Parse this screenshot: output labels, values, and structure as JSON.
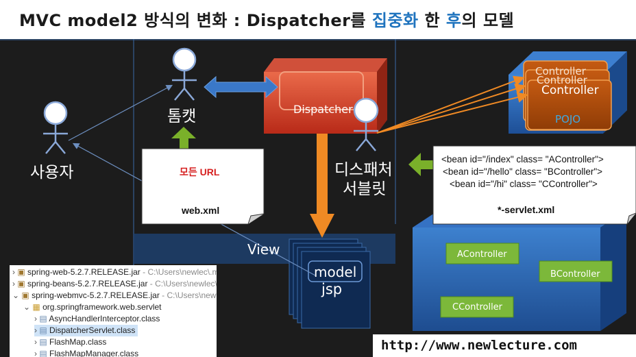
{
  "title": {
    "prefix": "MVC model2 방식의 변화 : Dispatcher를 ",
    "highlight1": "집중화",
    "middle": " 한 ",
    "highlight2": "후",
    "suffix": "의 모델"
  },
  "actors": {
    "user": "사용자",
    "tomcat": "톰캣",
    "dispatcher_servlet_line1": "디스패처",
    "dispatcher_servlet_line2": "서블릿"
  },
  "dispatcher": {
    "label": "Dispatcher"
  },
  "web_xml": {
    "all_url": "모든 URL",
    "file": "web.xml"
  },
  "servlet_xml": {
    "beans": [
      "<bean id=\"/index\" class= \"AController\">",
      "<bean id=\"/hello\" class= \"BController\">",
      "<bean id=\"/hi\" class= \"CController\">"
    ],
    "file": "*-servlet.xml"
  },
  "controllers_stack": {
    "label": "Controller",
    "pojo": "POJO"
  },
  "view": {
    "label": "View",
    "model": "model",
    "jsp": "jsp"
  },
  "container": {
    "controllers": [
      "AController",
      "BController",
      "CController"
    ]
  },
  "project_tree": {
    "items": [
      {
        "text": "spring-web-5.2.7.RELEASE.jar",
        "path": " - C:\\Users\\newlec\\.m"
      },
      {
        "text": "spring-beans-5.2.7.RELEASE.jar",
        "path": " - C:\\Users\\newlec\\.n"
      },
      {
        "text": "spring-webmvc-5.2.7.RELEASE.jar",
        "path": " - C:\\Users\\newlec"
      },
      {
        "text": "org.springframework.web.servlet",
        "path": ""
      },
      {
        "text": "AsyncHandlerInterceptor.class",
        "path": ""
      },
      {
        "text": "DispatcherServlet.class",
        "path": ""
      },
      {
        "text": "FlashMap.class",
        "path": ""
      },
      {
        "text": "FlashMapManager.class",
        "path": ""
      }
    ]
  },
  "footer_url": "http://www.newlecture.com",
  "colors": {
    "accent_blue": "#1e73be",
    "red_text": "#d62020",
    "arrow_orange": "#f08a24",
    "arrow_green": "#7ab02a",
    "arrow_blue": "#3a78c8"
  }
}
